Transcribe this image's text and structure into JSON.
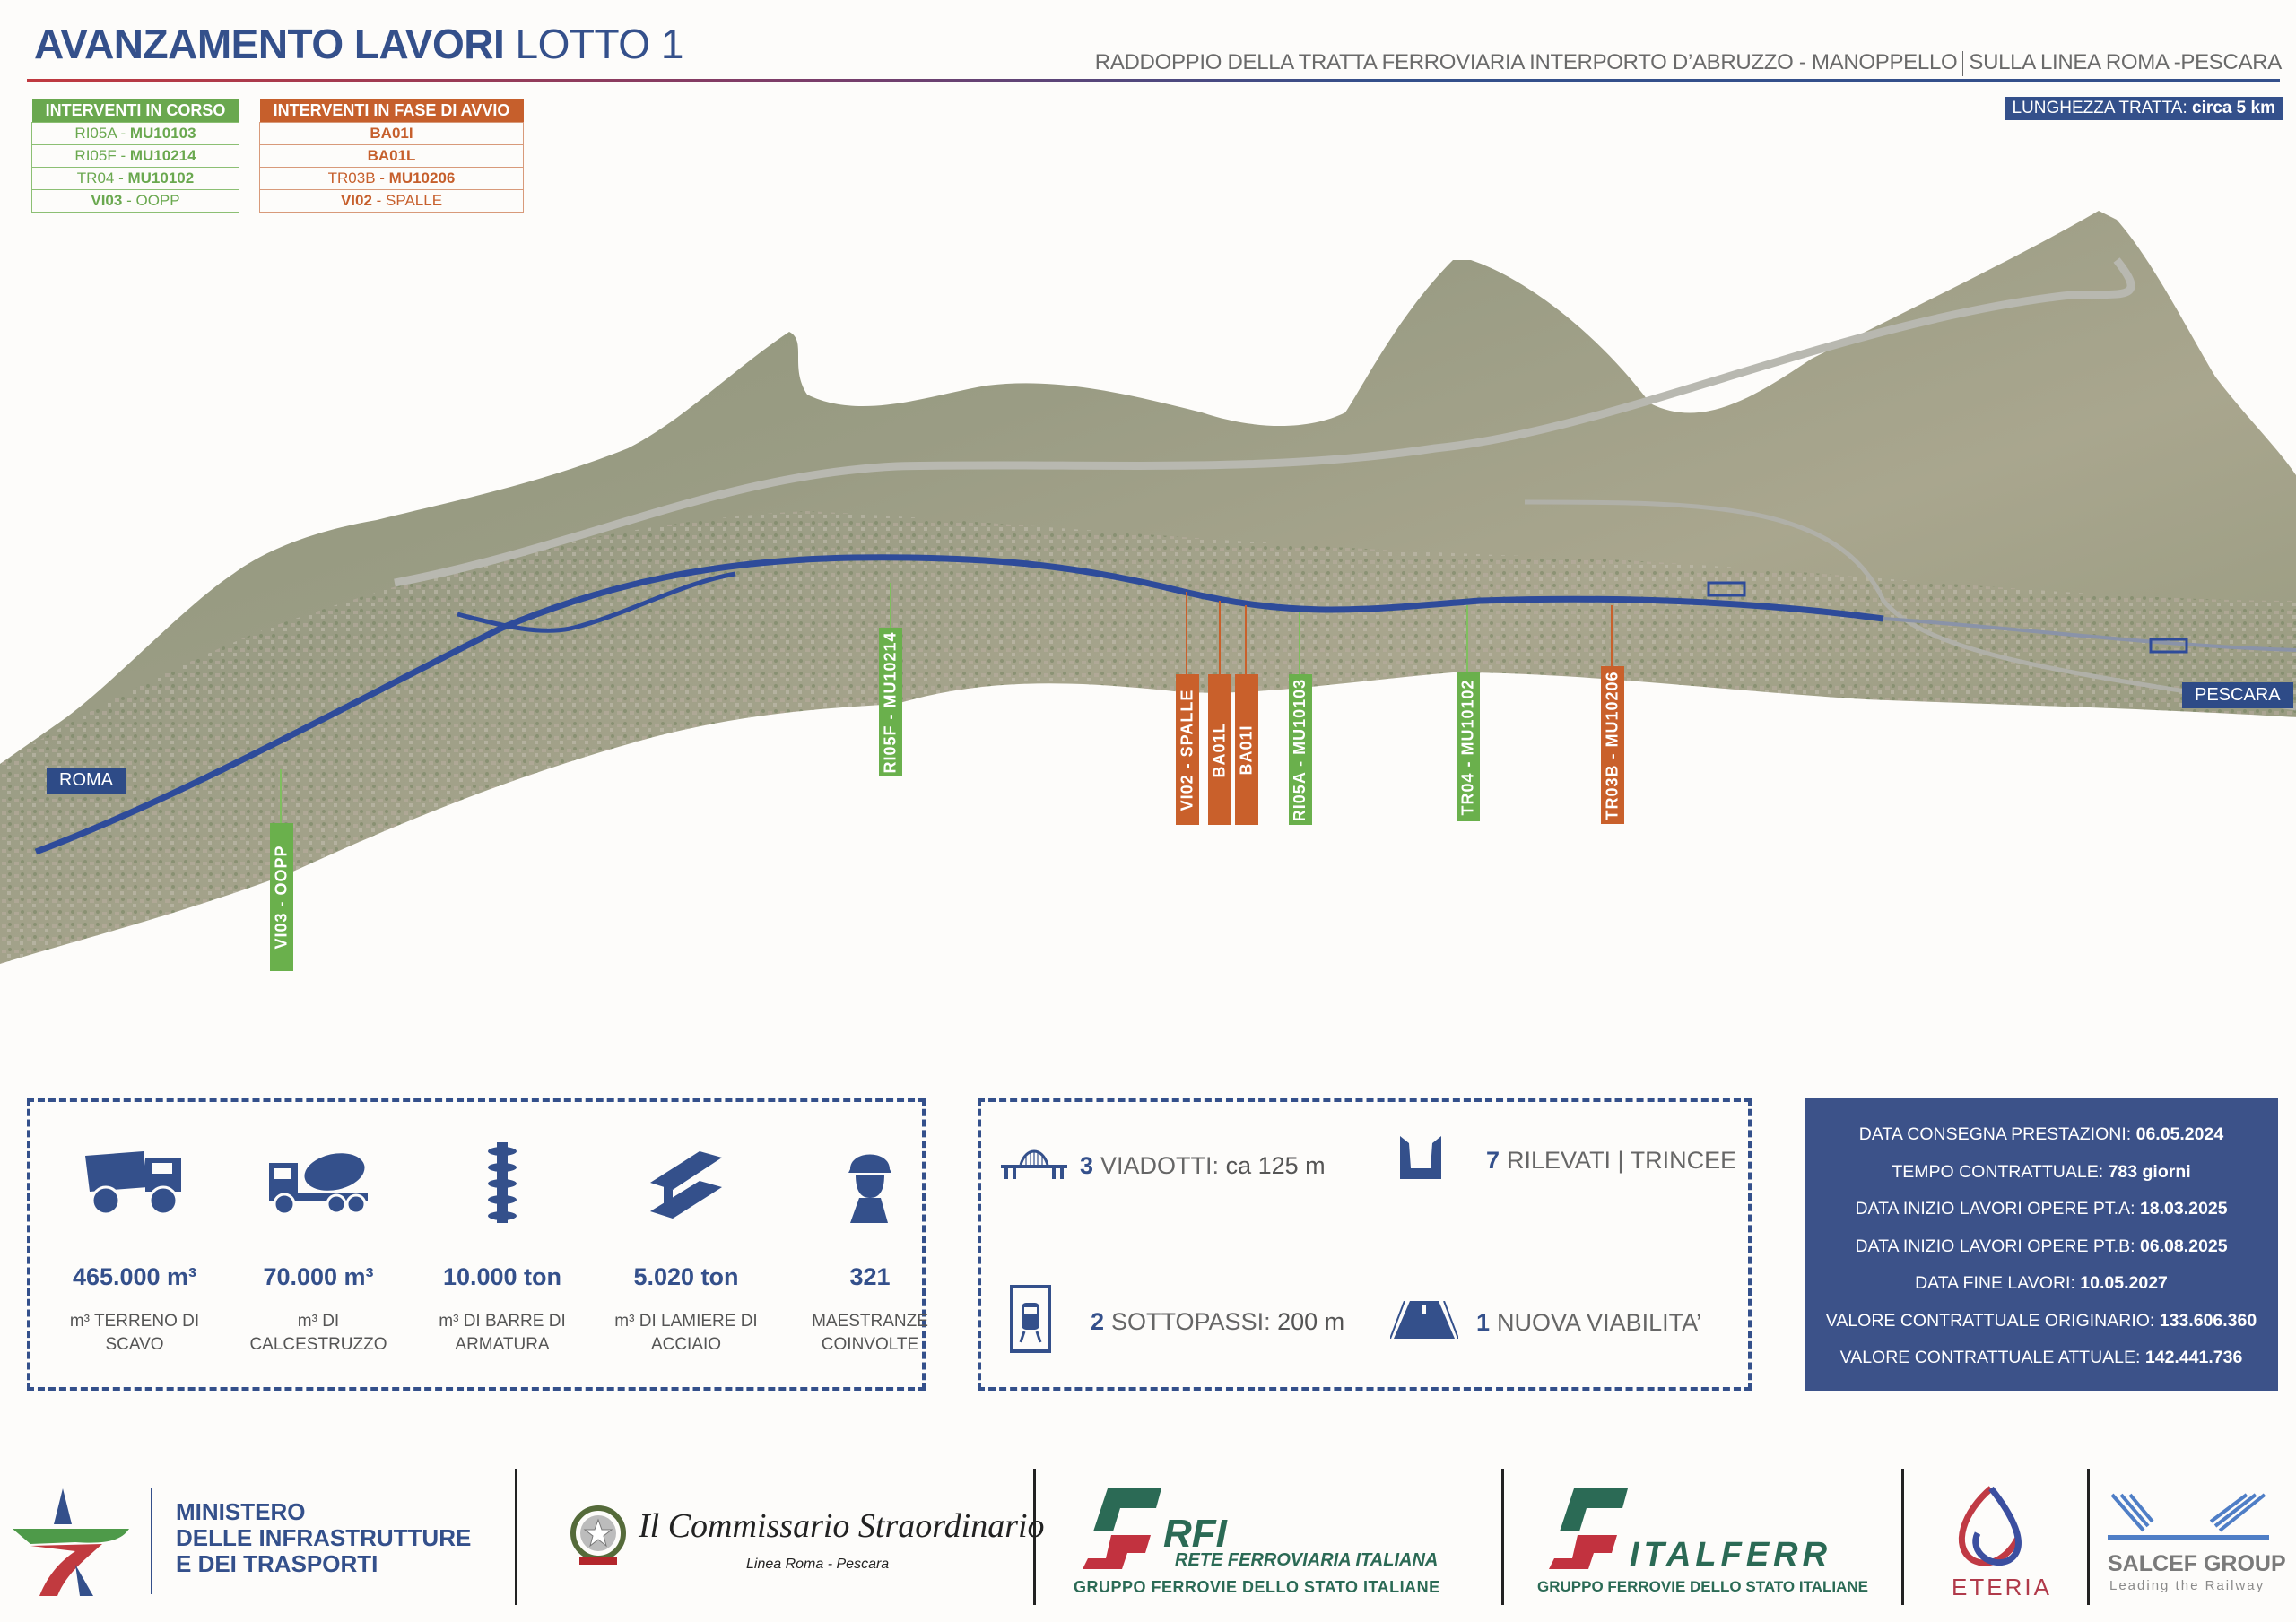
{
  "header": {
    "title_bold": "AVANZAMENTO LAVORI",
    "title_light": "LOTTO 1",
    "subtitle_left": "RADDOPPIO DELLA TRATTA FERROVIARIA INTERPORTO D’ABRUZZO - MANOPPELLO",
    "subtitle_right": "SULLA LINEA ROMA -PESCARA",
    "length_label": "LUNGHEZZA TRATTA:",
    "length_value": "circa 5 km"
  },
  "legend": {
    "in_progress": {
      "title": "INTERVENTI IN CORSO",
      "color": "#6aa84f",
      "items": [
        {
          "code": "RI05A -",
          "ref": "MU10103"
        },
        {
          "code": "RI05F -",
          "ref": "MU10214"
        },
        {
          "code": "TR04 -",
          "ref": "MU10102"
        },
        {
          "code": "VI03",
          "ref": "- OOPP"
        }
      ]
    },
    "starting": {
      "title": "INTERVENTI IN FASE DI AVVIO",
      "color": "#c65f2c",
      "items": [
        {
          "code": "",
          "ref": "BA01I"
        },
        {
          "code": "",
          "ref": "BA01L"
        },
        {
          "code": "TR03B -",
          "ref": "MU10206"
        },
        {
          "code": "VI02",
          "ref": "- SPALLE"
        }
      ]
    }
  },
  "map": {
    "cities": [
      "ROMA",
      "PESCARA"
    ],
    "markers": [
      {
        "label": "VI03 - OOPP",
        "status": "in_progress"
      },
      {
        "label": "RI05F - MU10214",
        "status": "in_progress"
      },
      {
        "label": "VI02 - SPALLE",
        "status": "starting"
      },
      {
        "label": "BA01L",
        "status": "starting"
      },
      {
        "label": "BA01I",
        "status": "starting"
      },
      {
        "label": "RI05A - MU10103",
        "status": "in_progress"
      },
      {
        "label": "TR04 - MU10102",
        "status": "in_progress"
      },
      {
        "label": "TR03B - MU10206",
        "status": "starting"
      }
    ]
  },
  "materials": [
    {
      "icon": "dump-truck-icon",
      "value": "465.000 m³",
      "label": "m³ TERRENO DI SCAVO"
    },
    {
      "icon": "concrete-mixer-icon",
      "value": "70.000 m³",
      "label": "m³ DI CALCESTRUZZO"
    },
    {
      "icon": "rebar-icon",
      "value": "10.000 ton",
      "label": "m³ DI BARRE DI ARMATURA"
    },
    {
      "icon": "steel-beam-icon",
      "value": "5.020 ton",
      "label": "m³ DI LAMIERE DI ACCIAIO"
    },
    {
      "icon": "worker-icon",
      "value": "321",
      "label": "MAESTRANZE COINVOLTE"
    }
  ],
  "works": [
    {
      "icon": "bridge-icon",
      "count": "3",
      "label": "VIADOTTI:",
      "detail": "ca 125 m"
    },
    {
      "icon": "trench-icon",
      "count": "7",
      "label": "RILEVATI | TRINCEE",
      "detail": ""
    },
    {
      "icon": "underpass-train-icon",
      "count": "2",
      "label": "SOTTOPASSI:",
      "detail": "200 m"
    },
    {
      "icon": "road-icon",
      "count": "1",
      "label": "NUOVA VIABILITA’",
      "detail": ""
    }
  ],
  "contract": [
    {
      "label": "DATA CONSEGNA PRESTAZIONI:",
      "value": "06.05.2024"
    },
    {
      "label": "TEMPO CONTRATTUALE:",
      "value": "783 giorni"
    },
    {
      "label": "DATA INIZIO LAVORI OPERE PT.A:",
      "value": "18.03.2025"
    },
    {
      "label": "DATA INIZIO LAVORI OPERE PT.B:",
      "value": "06.08.2025"
    },
    {
      "label": "DATA FINE LAVORI:",
      "value": "10.05.2027"
    },
    {
      "label": "VALORE CONTRATTUALE ORIGINARIO:",
      "value": "133.606.360"
    },
    {
      "label": "VALORE CONTRATTUALE ATTUALE:",
      "value": "142.441.736"
    }
  ],
  "footer": {
    "mit": [
      "MINISTERO",
      "DELLE INFRASTRUTTURE",
      "E DEI TRASPORTI"
    ],
    "commissario_title": "Il Commissario Straordinario",
    "commissario_sub": "Linea Roma - Pescara",
    "rfi_short": "RFI",
    "rfi_long": "RETE FERROVIARIA ITALIANA",
    "rfi_group": "GRUPPO FERROVIE DELLO STATO ITALIANE",
    "italferr": "ITALFERR",
    "italferr_group": "GRUPPO FERROVIE DELLO STATO ITALIANE",
    "eteria": "ETERIA",
    "salcef": "SALCEF GROUP",
    "salcef_tagline": "Leading the Railway"
  },
  "colors": {
    "brand_blue": "#34508b",
    "in_progress_green": "#6aa84f",
    "starting_orange": "#c65f2c",
    "accent_red": "#c0393f"
  }
}
